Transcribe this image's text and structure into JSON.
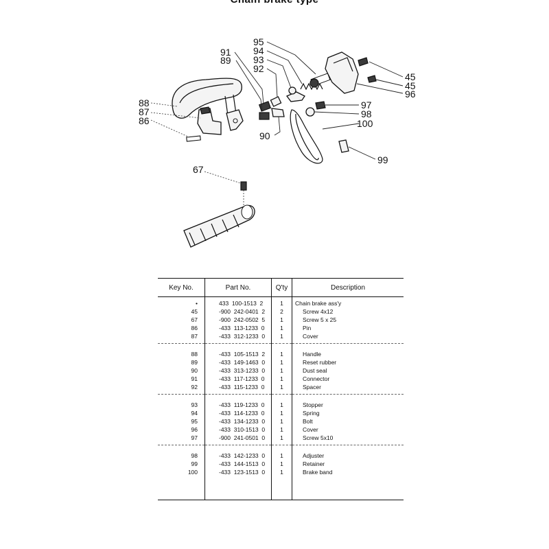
{
  "page": {
    "title": "Chain brake type"
  },
  "callouts": [
    "95",
    "94",
    "93",
    "92",
    "91",
    "89",
    "88",
    "87",
    "86",
    "90",
    "45",
    "45",
    "96",
    "97",
    "98",
    "100",
    "99",
    "67"
  ],
  "table": {
    "headers": {
      "key": "Key No.",
      "part": "Part No.",
      "qty": "Q'ty",
      "desc": "Description"
    },
    "groups": [
      [
        {
          "key": "•",
          "part": "433  100-1513  2",
          "qty": "1",
          "desc": "Chain brake ass'y",
          "sub": false
        },
        {
          "key": "45",
          "part": "-900  242-0401  2",
          "qty": "2",
          "desc": "Screw 4x12",
          "sub": true
        },
        {
          "key": "67",
          "part": "-900  242-0502  5",
          "qty": "1",
          "desc": "Screw 5 x 25",
          "sub": true
        },
        {
          "key": "86",
          "part": "-433  113-1233  0",
          "qty": "1",
          "desc": "Pin",
          "sub": true
        },
        {
          "key": "87",
          "part": "-433  312-1233  0",
          "qty": "1",
          "desc": "Cover",
          "sub": true
        }
      ],
      [
        {
          "key": "88",
          "part": "-433  105-1513  2",
          "qty": "1",
          "desc": "Handle",
          "sub": true
        },
        {
          "key": "89",
          "part": "-433  149-1463  0",
          "qty": "1",
          "desc": "Reset rubber",
          "sub": true
        },
        {
          "key": "90",
          "part": "-433  313-1233  0",
          "qty": "1",
          "desc": "Dust seal",
          "sub": true
        },
        {
          "key": "91",
          "part": "-433  117-1233  0",
          "qty": "1",
          "desc": "Connector",
          "sub": true
        },
        {
          "key": "92",
          "part": "-433  115-1233  0",
          "qty": "1",
          "desc": "Spacer",
          "sub": true
        }
      ],
      [
        {
          "key": "93",
          "part": "-433  119-1233  0",
          "qty": "1",
          "desc": "Stopper",
          "sub": true
        },
        {
          "key": "94",
          "part": "-433  114-1233  0",
          "qty": "1",
          "desc": "Spring",
          "sub": true
        },
        {
          "key": "95",
          "part": "-433  134-1233  0",
          "qty": "1",
          "desc": "Bolt",
          "sub": true
        },
        {
          "key": "96",
          "part": "-433  310-1513  0",
          "qty": "1",
          "desc": "Cover",
          "sub": true
        },
        {
          "key": "97",
          "part": "-900  241-0501  0",
          "qty": "1",
          "desc": "Screw 5x10",
          "sub": true
        }
      ],
      [
        {
          "key": "98",
          "part": "-433  142-1233  0",
          "qty": "1",
          "desc": "Adjuster",
          "sub": true
        },
        {
          "key": "99",
          "part": "-433  144-1513  0",
          "qty": "1",
          "desc": "Retainer",
          "sub": true
        },
        {
          "key": "100",
          "part": "-433  123-1513  0",
          "qty": "1",
          "desc": "Brake band",
          "sub": true
        }
      ]
    ]
  }
}
